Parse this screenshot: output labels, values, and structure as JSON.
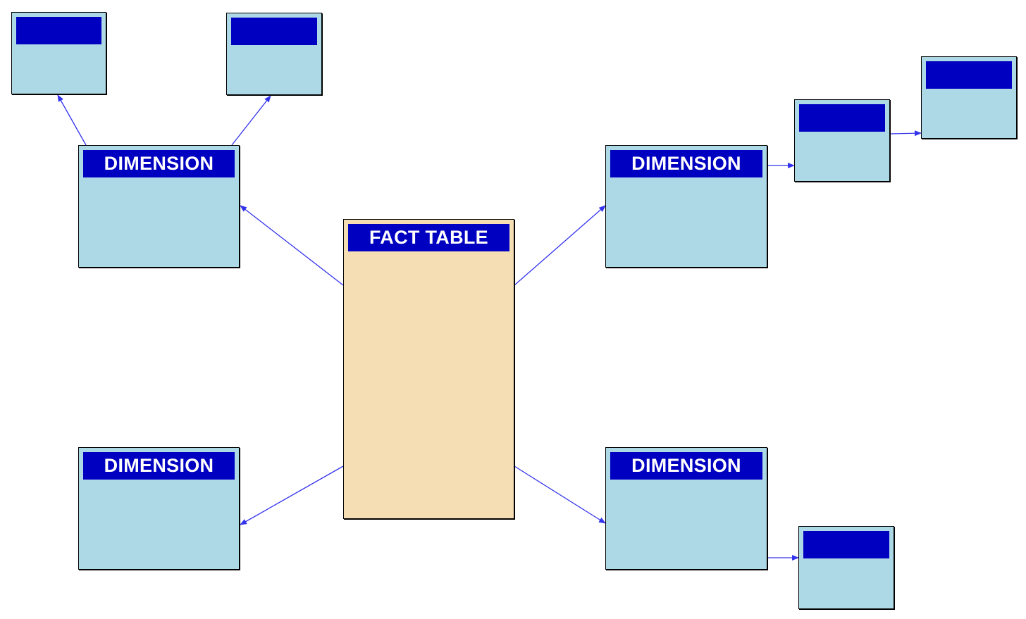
{
  "colors": {
    "dimension_fill": "#add8e6",
    "fact_fill": "#f5deb3",
    "header_fill": "#0000c0",
    "header_text": "#ffffff",
    "connector": "#3333ee"
  },
  "fact_table": {
    "title": "FACT TABLE"
  },
  "dimensions": {
    "top_left": {
      "title": "DIMENSION"
    },
    "top_right": {
      "title": "DIMENSION"
    },
    "bottom_left": {
      "title": "DIMENSION"
    },
    "bottom_right": {
      "title": "DIMENSION"
    }
  },
  "sub_dimensions": {
    "far_left": {
      "title": ""
    },
    "near_left": {
      "title": ""
    },
    "right_first": {
      "title": ""
    },
    "right_second": {
      "title": ""
    },
    "bottom_right": {
      "title": ""
    }
  }
}
